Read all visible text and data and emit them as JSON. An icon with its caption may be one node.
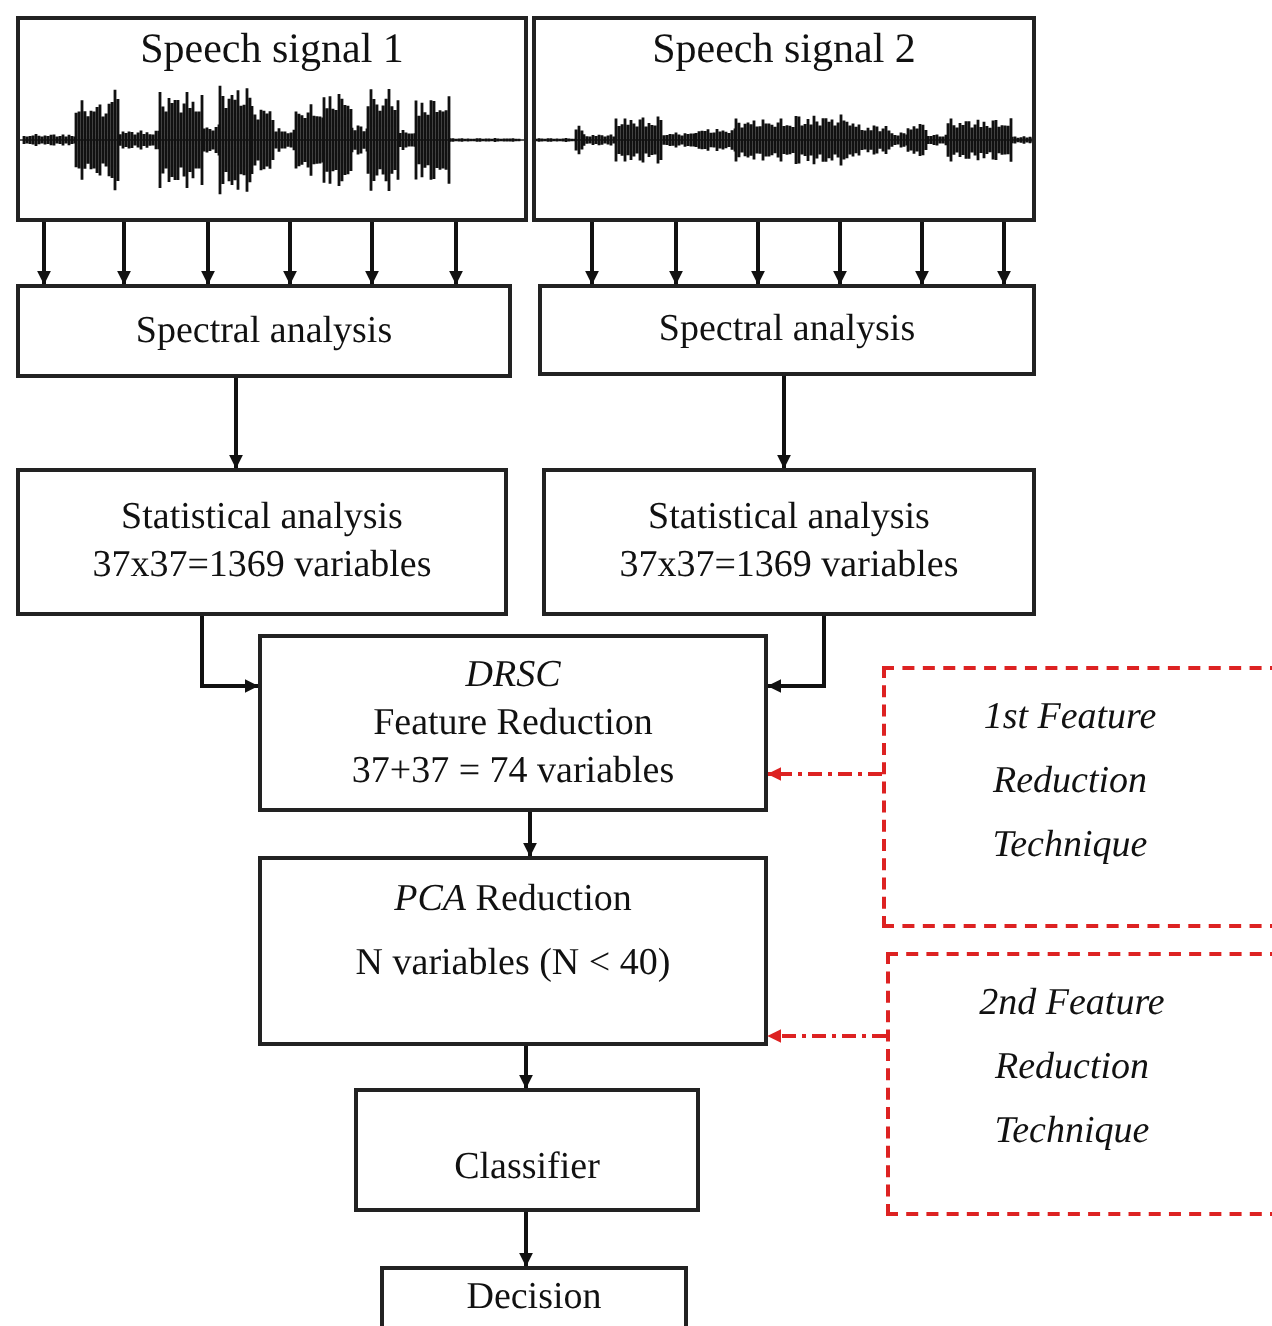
{
  "diagram": {
    "nodes": [
      {
        "text": [
          "Speech signal 1"
        ]
      },
      {
        "text": [
          "Speech signal 2"
        ]
      },
      {
        "text": [
          "Spectral analysis"
        ]
      },
      {
        "text": [
          "Spectral analysis"
        ]
      },
      {
        "text": [
          "Statistical analysis 37x37=1369 variables"
        ]
      },
      {
        "text": [
          "Statistical analysis 37x37=1369 variables"
        ]
      },
      {
        "text": [
          "DRSC",
          "Feature Reduction 37+37 = 74 variables"
        ]
      },
      {
        "text": [
          "*PCA* Reduction",
          "N variables (N < 40)"
        ]
      },
      {
        "text": [
          "Classifier"
        ]
      },
      {
        "text": [
          "Decision"
        ]
      },
      {
        "text": [
          "1st Feature Reduction Technique"
        ]
      },
      {
        "text": [
          "2nd Feature Reduction Technique"
        ]
      }
    ],
    "edges": [
      {
        "from": 0,
        "to": 2,
        "arrow": "to"
      },
      {
        "from": 0,
        "to": 2,
        "arrow": "to"
      },
      {
        "from": 0,
        "to": 2,
        "arrow": "to"
      },
      {
        "from": 0,
        "to": 2,
        "arrow": "to"
      },
      {
        "from": 0,
        "to": 2,
        "arrow": "to"
      },
      {
        "from": 0,
        "to": 2,
        "arrow": "to"
      },
      {
        "from": 1,
        "to": 3,
        "arrow": "to"
      },
      {
        "from": 1,
        "to": 3,
        "arrow": "to"
      },
      {
        "from": 1,
        "to": 3,
        "arrow": "to"
      },
      {
        "from": 1,
        "to": 3,
        "arrow": "to"
      },
      {
        "from": 1,
        "to": 3,
        "arrow": "to"
      },
      {
        "from": 1,
        "to": 3,
        "arrow": "to"
      },
      {
        "from": 2,
        "to": 4,
        "arrow": "to"
      },
      {
        "from": 3,
        "to": 5,
        "arrow": "to"
      },
      {
        "from": 4,
        "to": 6,
        "arrow": "to"
      },
      {
        "from": 5,
        "to": 6,
        "arrow": "to"
      },
      {
        "from": 6,
        "to": 7,
        "arrow": "to"
      },
      {
        "from": 7,
        "to": 8,
        "arrow": "to"
      },
      {
        "from": 8,
        "to": 9,
        "arrow": "to"
      },
      {
        "from": 10,
        "to": 6,
        "arrow": "to",
        "style": "dashed",
        "color": "#dd2222"
      },
      {
        "from": 11,
        "to": 7,
        "arrow": "to",
        "style": "dashed",
        "color": "#dd2222"
      }
    ]
  }
}
